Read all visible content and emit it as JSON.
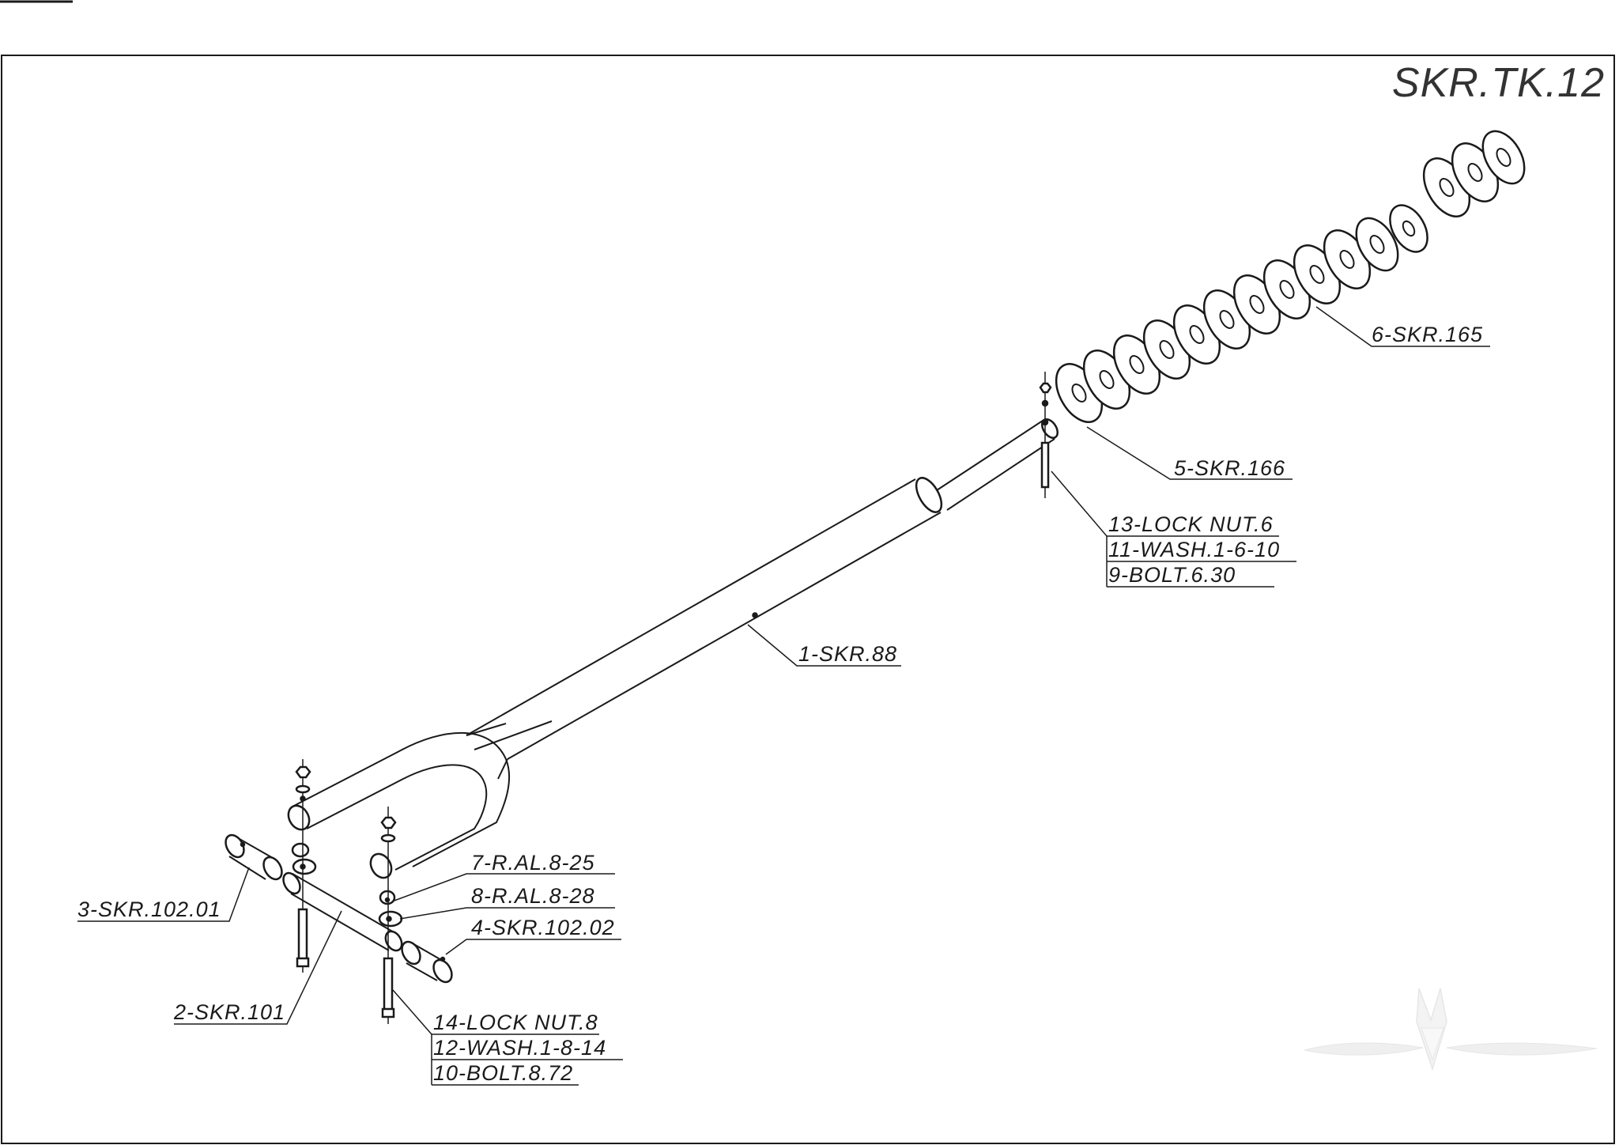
{
  "drawing": {
    "code": "SKR.TK.12"
  },
  "callouts": {
    "c1": "1-SKR.88",
    "c2": "2-SKR.101",
    "c3": "3-SKR.102.01",
    "c4": "4-SKR.102.02",
    "c5": "5-SKR.166",
    "c6": "6-SKR.165",
    "c7": "7-R.AL.8-25",
    "c8": "8-R.AL.8-28",
    "c13": "13-LOCK NUT.6",
    "c11": "11-WASH.1-6-10",
    "c9": "9-BOLT.6.30",
    "c14": "14-LOCK NUT.8",
    "c12": "12-WASH.1-8-14",
    "c10": "10-BOLT.8.72"
  },
  "colors": {
    "line": "#1a1a1a",
    "background": "#ffffff",
    "watermark": "#e6e6e6"
  }
}
